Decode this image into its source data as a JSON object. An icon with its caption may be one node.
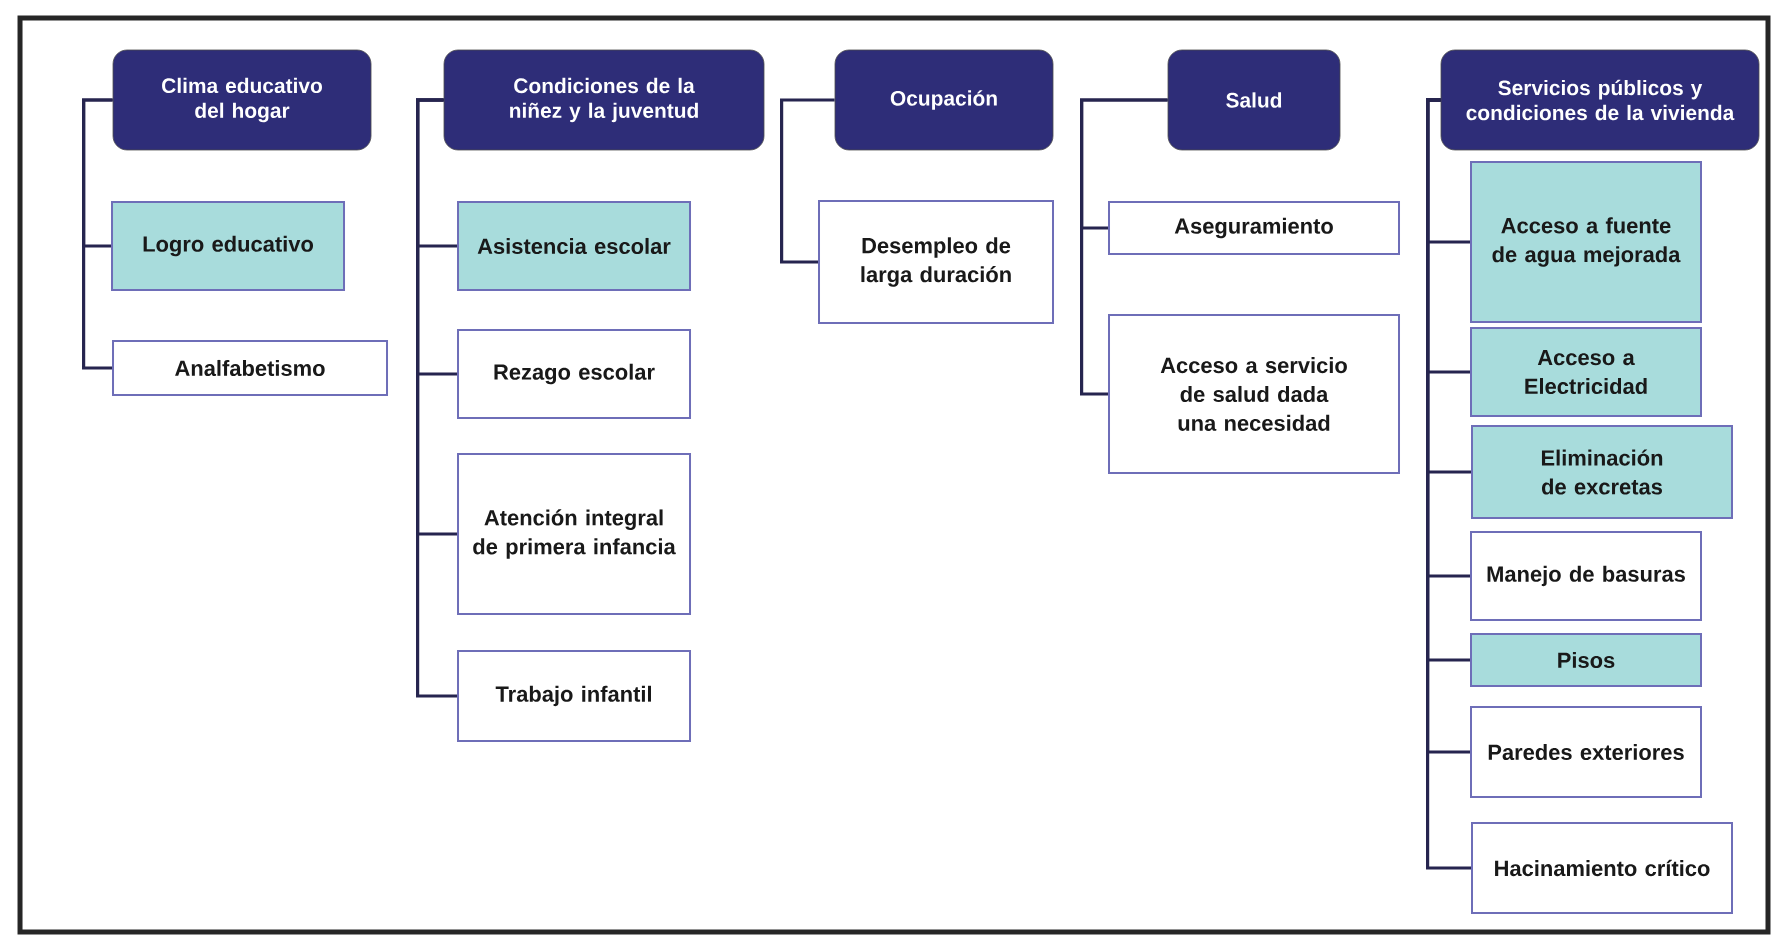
{
  "diagram": {
    "nodes": [
      {
        "text": [
          "Clima educativo del hogar"
        ]
      },
      {
        "text": [
          "Logro educativo"
        ]
      },
      {
        "text": [
          "Analfabetismo"
        ]
      },
      {
        "text": [
          "Condiciones de la niñez y la juventud"
        ]
      },
      {
        "text": [
          "Asistencia escolar"
        ]
      },
      {
        "text": [
          "Rezago escolar"
        ]
      },
      {
        "text": [
          "Atención integral de primera infancia"
        ]
      },
      {
        "text": [
          "Trabajo infantil"
        ]
      },
      {
        "text": [
          "Ocupación"
        ]
      },
      {
        "text": [
          "Desempleo de larga duración"
        ]
      },
      {
        "text": [
          "Salud"
        ]
      },
      {
        "text": [
          "Aseguramiento"
        ]
      },
      {
        "text": [
          "Acceso a servicio de salud dada una necesidad"
        ]
      },
      {
        "text": [
          "Servicios públicos y condiciones de la vivienda"
        ]
      },
      {
        "text": [
          "Acceso a fuente de agua mejorada"
        ]
      },
      {
        "text": [
          "Acceso a Electricidad"
        ]
      },
      {
        "text": [
          "Eliminación de excretas"
        ]
      },
      {
        "text": [
          "Manejo de basuras"
        ]
      },
      {
        "text": [
          "Pisos"
        ]
      },
      {
        "text": [
          "Paredes exteriores"
        ]
      },
      {
        "text": [
          "Hacinamiento crítico"
        ]
      }
    ],
    "edges": [
      {
        "from": 0,
        "to": 1,
        "arrow": "none"
      },
      {
        "from": 0,
        "to": 2,
        "arrow": "none"
      },
      {
        "from": 3,
        "to": 4,
        "arrow": "none"
      },
      {
        "from": 3,
        "to": 5,
        "arrow": "none"
      },
      {
        "from": 3,
        "to": 6,
        "arrow": "none"
      },
      {
        "from": 3,
        "to": 7,
        "arrow": "none"
      },
      {
        "from": 8,
        "to": 9,
        "arrow": "none"
      },
      {
        "from": 10,
        "to": 11,
        "arrow": "none"
      },
      {
        "from": 10,
        "to": 12,
        "arrow": "none"
      },
      {
        "from": 13,
        "to": 14,
        "arrow": "none"
      },
      {
        "from": 13,
        "to": 15,
        "arrow": "none"
      },
      {
        "from": 13,
        "to": 16,
        "arrow": "none"
      },
      {
        "from": 13,
        "to": 17,
        "arrow": "none"
      },
      {
        "from": 13,
        "to": 18,
        "arrow": "none"
      },
      {
        "from": 13,
        "to": 19,
        "arrow": "none"
      },
      {
        "from": 13,
        "to": 20,
        "arrow": "none"
      }
    ]
  }
}
